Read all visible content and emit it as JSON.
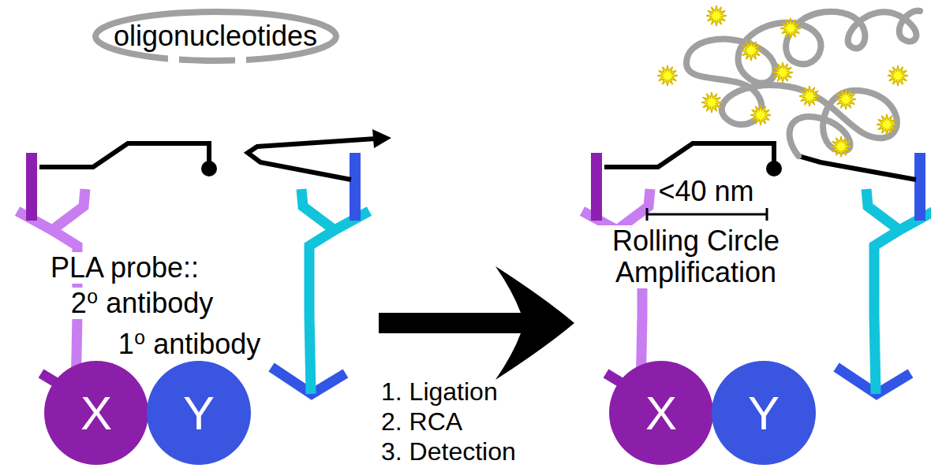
{
  "diagram": {
    "nodes": [
      {
        "text": [
          "oligonucleotides"
        ]
      },
      {
        "text": [
          "X"
        ]
      },
      {
        "text": [
          "Y"
        ]
      },
      {
        "text": [
          "X"
        ]
      },
      {
        "text": [
          "Y"
        ]
      }
    ],
    "labels": [
      "PLA probe::",
      "2⁰ antibody",
      "1⁰ antibody",
      "1. Ligation",
      "2. RCA",
      "3. Detection",
      "<40 nm",
      "Rolling Circle Amplification"
    ]
  }
}
